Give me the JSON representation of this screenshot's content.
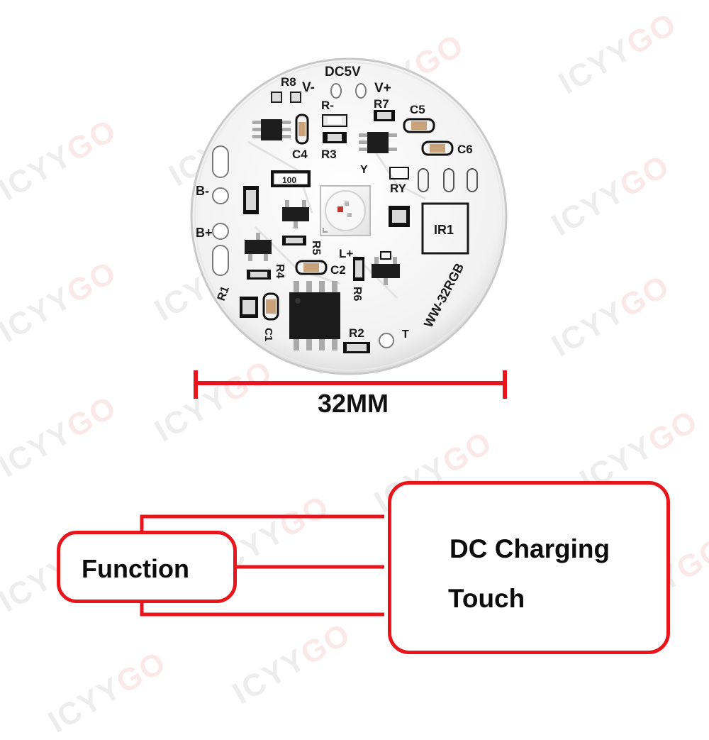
{
  "watermark": {
    "text_a": "ICYY",
    "text_b": "GO"
  },
  "board": {
    "model": "WW-32RGB",
    "labels": {
      "dc5v": "DC5V",
      "v_minus": "V-",
      "v_plus": "V+",
      "r8": "R8",
      "r_minus": "R-",
      "r7": "R7",
      "c5": "C5",
      "c4": "C4",
      "r3": "R3",
      "c6": "C6",
      "y": "Y",
      "ry": "RY",
      "b_minus": "B-",
      "b_plus": "B+",
      "ir1": "IR1",
      "r5": "R5",
      "l_plus": "L+",
      "r4": "R4",
      "c2": "C2",
      "r6": "R6",
      "r1": "R1",
      "c1": "C1",
      "r2": "R2",
      "t": "T",
      "res_100": "100"
    }
  },
  "dimension": {
    "label": "32MM"
  },
  "diagram": {
    "left_label": "Function",
    "right_line1": "DC Charging",
    "right_line2": "Touch"
  },
  "colors": {
    "accent_red": "#e8151c",
    "board_white": "#f4f4f4",
    "silk": "#1a1a1a"
  }
}
